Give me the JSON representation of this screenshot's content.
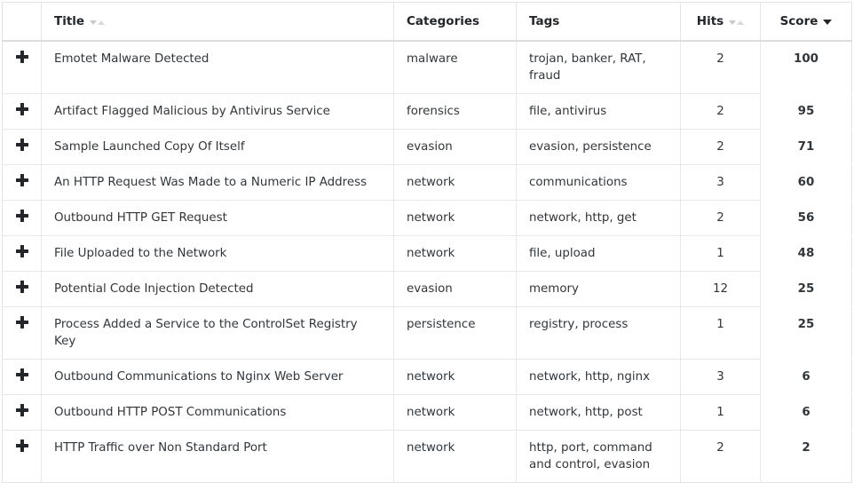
{
  "table": {
    "columns": [
      {
        "key": "expand",
        "label": "",
        "sort": "none",
        "align": "center"
      },
      {
        "key": "title",
        "label": "Title",
        "sort": "inactive",
        "align": "left"
      },
      {
        "key": "categories",
        "label": "Categories",
        "sort": "none",
        "align": "left"
      },
      {
        "key": "tags",
        "label": "Tags",
        "sort": "none",
        "align": "left"
      },
      {
        "key": "hits",
        "label": "Hits",
        "sort": "inactive",
        "align": "center"
      },
      {
        "key": "score",
        "label": "Score",
        "sort": "desc",
        "align": "center"
      }
    ],
    "expand_icon": "plus-icon",
    "rows": [
      {
        "title": "Emotet Malware Detected",
        "categories": "malware",
        "tags": "trojan, banker, RAT, fraud",
        "hits": "2",
        "score": "100",
        "severity": "high"
      },
      {
        "title": "Artifact Flagged Malicious by Antivirus Service",
        "categories": "forensics",
        "tags": "file, antivirus",
        "hits": "2",
        "score": "95",
        "severity": "high"
      },
      {
        "title": "Sample Launched Copy Of Itself",
        "categories": "evasion",
        "tags": "evasion, persistence",
        "hits": "2",
        "score": "71",
        "severity": "medium"
      },
      {
        "title": "An HTTP Request Was Made to a Numeric IP Address",
        "categories": "network",
        "tags": "communications",
        "hits": "3",
        "score": "60",
        "severity": "medium"
      },
      {
        "title": "Outbound HTTP GET Request",
        "categories": "network",
        "tags": "network, http, get",
        "hits": "2",
        "score": "56",
        "severity": "medium"
      },
      {
        "title": "File Uploaded to the Network",
        "categories": "network",
        "tags": "file, upload",
        "hits": "1",
        "score": "48",
        "severity": "low"
      },
      {
        "title": "Potential Code Injection Detected",
        "categories": "evasion",
        "tags": "memory",
        "hits": "12",
        "score": "25",
        "severity": "low"
      },
      {
        "title": "Process Added a Service to the ControlSet Registry Key",
        "categories": "persistence",
        "tags": "registry, process",
        "hits": "1",
        "score": "25",
        "severity": "low"
      },
      {
        "title": "Outbound Communications to Nginx Web Server",
        "categories": "network",
        "tags": "network, http, nginx",
        "hits": "3",
        "score": "6",
        "severity": "low"
      },
      {
        "title": "Outbound HTTP POST Communications",
        "categories": "network",
        "tags": "network, http, post",
        "hits": "1",
        "score": "6",
        "severity": "low"
      },
      {
        "title": "HTTP Traffic over Non Standard Port",
        "categories": "network",
        "tags": "http, port, command and control, evasion",
        "hits": "2",
        "score": "2",
        "severity": "low"
      }
    ]
  },
  "colors": {
    "severity_high": "#cc2232",
    "severity_medium": "#ffcc00",
    "severity_low": "#b7c4dd",
    "border": "#e8e8e8",
    "text": "#31363b"
  }
}
